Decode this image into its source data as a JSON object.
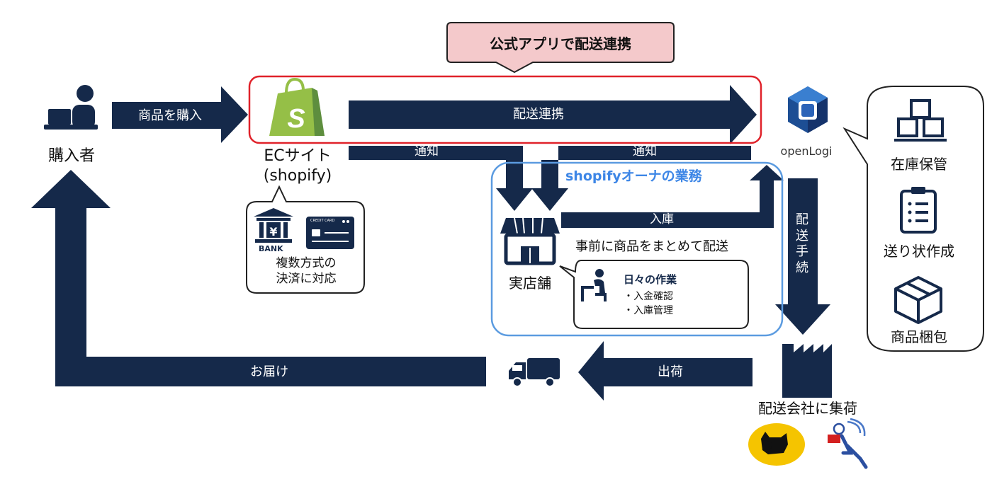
{
  "callout_top": "公式アプリで配送連携",
  "buyer": {
    "label": "購入者"
  },
  "arrows": {
    "purchase": "商品を購入",
    "shipping_link": "配送連携",
    "notify_left": "通知",
    "notify_right": "通知",
    "receiving": "入庫",
    "shipping_procedure": "配送手続",
    "shipment": "出荷",
    "delivery": "お届け"
  },
  "ec_site": {
    "line1": "ECサイト",
    "line2": "(shopify)"
  },
  "payment_bubble": {
    "bank_text": "BANK",
    "card_text": "CREDIT CARD",
    "line1": "複数方式の",
    "line2": "決済に対応"
  },
  "openlogi": {
    "logo_text": "openLogi"
  },
  "owner_box": {
    "title": "shopifyオーナの業務",
    "bulk_ship": "事前に商品をまとめて配送",
    "store_label": "実店舗",
    "daily_title": "日々の作業",
    "daily_item1": "・入金確認",
    "daily_item2": "・入庫管理"
  },
  "services": [
    {
      "icon": "warehouse-boxes-icon",
      "label": "在庫保管"
    },
    {
      "icon": "clipboard-list-icon",
      "label": "送り状作成"
    },
    {
      "icon": "package-box-icon",
      "label": "商品梱包"
    }
  ],
  "carrier": {
    "label": "配送会社に集荷"
  },
  "colors": {
    "navy": "#15294a",
    "red_frame": "#e0222a",
    "blue_frame": "#5b9be0",
    "blue_title": "#3d86e6",
    "callout_fill": "#f4c9cb",
    "shopify_green": "#95bf47",
    "openlogi_blue": "#2b63b8"
  }
}
